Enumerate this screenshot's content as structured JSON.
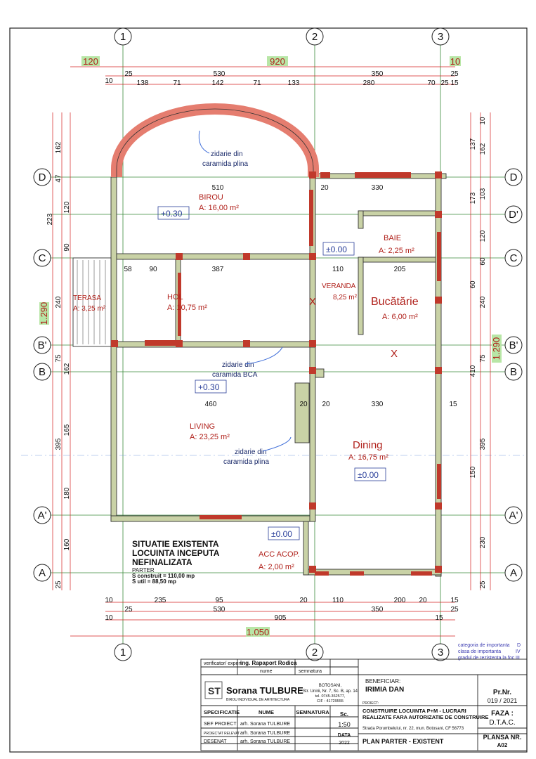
{
  "drawing": {
    "grid_columns": [
      "1",
      "2",
      "3"
    ],
    "grid_rows": [
      "D",
      "D'",
      "C",
      "B'",
      "B",
      "A'",
      "A"
    ],
    "colors": {
      "wall_fill": "#c9d2a6",
      "concrete": "#c0392b",
      "masonry_arch": "#e57d6f",
      "grid": "#3a8a3a",
      "dim_red": "#d42020",
      "dim_blue": "#3a6ad8",
      "label_room": "#b0201a",
      "highlight": "#b8e6a6"
    },
    "top_totals": {
      "left": "120",
      "mid": "920",
      "right": "10"
    },
    "top_row1": [
      "10",
      "25",
      "530",
      "350",
      "25",
      "15"
    ],
    "top_row2": [
      "138",
      "71",
      "142",
      "71",
      "133",
      "280",
      "70",
      "25"
    ],
    "bottom_row1": [
      "10",
      "235",
      "95",
      "20",
      "110",
      "200",
      "20",
      "15"
    ],
    "bottom_row2": [
      "25",
      "530",
      "350",
      "25"
    ],
    "bottom_row3": [
      "10",
      "905",
      "15"
    ],
    "bottom_total": "1.050",
    "left_totals": {
      "outer": "1.290",
      "mid": "223"
    },
    "left_dims": [
      "162",
      "47",
      "120",
      "90",
      "240",
      "75",
      "162",
      "395",
      "165",
      "180",
      "160",
      "25"
    ],
    "right_dims": [
      "137",
      "10",
      "162",
      "173",
      "103",
      "120",
      "60",
      "60",
      "240",
      "410",
      "75",
      "395",
      "150",
      "230",
      "25"
    ],
    "right_total": "1.290",
    "rooms": [
      {
        "name": "BIROU",
        "area": "A: 16,00 m²"
      },
      {
        "name": "BAIE",
        "area": "A: 2,25 m²"
      },
      {
        "name": "HOL",
        "area": "A: 10,75 m²"
      },
      {
        "name": "VERANDA",
        "area": "8,25 m²"
      },
      {
        "name": "Bucătărie",
        "area": "A: 6,00 m²"
      },
      {
        "name": "TERASA",
        "area": "A: 3,25 m²"
      },
      {
        "name": "LIVING",
        "area": "A: 23,25 m²"
      },
      {
        "name": "Dining",
        "area": "A: 16,75 m²"
      },
      {
        "name": "ACC ACOP.",
        "area": "A:   2,00 m²"
      }
    ],
    "levels": [
      "+0.30",
      "±0.00",
      "+0.30",
      "±0.00",
      "±0.00"
    ],
    "notes": {
      "zid1": "zidarie din",
      "zid1b": "caramida plina",
      "zid2": "zidarie din",
      "zid2b": "caramida BCA",
      "zid3": "zidarie din",
      "zid3b": "caramida plina"
    },
    "interior_dims": [
      "510",
      "330",
      "387",
      "110",
      "205",
      "460",
      "330",
      "20",
      "20",
      "20",
      "15",
      "58",
      "90"
    ],
    "situatie": [
      "SITUATIE EXISTENTA",
      "LOCUINTA INCEPUTA",
      "NEFINALIZATA",
      "PARTER",
      "S construit = 110,00 mp",
      "S util = 88,50 mp"
    ],
    "category": [
      "categoria de importanta",
      "clasa de importanta",
      "gradul de rezistenta la foc"
    ],
    "category_vals": [
      "D",
      "IV",
      "III"
    ]
  },
  "titleblock": {
    "verificator": "verificator/ expert",
    "verif_name": "ing. Rapaport Rodica",
    "nume": "nume",
    "semnatura": "semnatura",
    "firm_name": "Sorana TULBURE",
    "firm_sub": "BIROU INDIVIDUAL DE ARHITECTURA",
    "firm_addr": [
      "BOTOSANI,",
      "Str. Unirii, Nr. 7, Sc. B, ap. 14",
      "tel. 0745-362577,",
      "CIF : 41729555"
    ],
    "beneficiar_label": "BENEFICIAR:",
    "beneficiar": "IRIMIA DAN",
    "prnr_label": "Pr.Nr.",
    "prnr": "019 / 2021",
    "proiect_label": "PROIECT:",
    "proiect": [
      "CONSTRUIRE LOCUINTA P+M - LUCRARI",
      "REALIZATE FARA AUTORIZATIE DE CONSTRUIRE"
    ],
    "adresa": "Strada Porumbelului, nr. 22, mun. Botosani, CF 56773",
    "faza_label": "FAZA :",
    "faza": "D.T.A.C.",
    "specificatie": "SPECIFICATIE",
    "nume_h": "NUME",
    "semnatura_h": "SEMNATURA",
    "sc_label": "Sc.",
    "scale": "1:50",
    "rows": [
      {
        "role": "SEF PROIECT",
        "name": "arh. Sorana TULBURE"
      },
      {
        "role": "PROIECTAT RELEVAT",
        "name": "arh. Sorana TULBURE"
      },
      {
        "role": "DESENAT",
        "name": "arh. Sorana TULBURE"
      }
    ],
    "data_label": "DATA",
    "data": "2022",
    "plan_title": "PLAN PARTER - EXISTENT",
    "plansa_label": "PLANSA NR.",
    "plansa": "A02"
  }
}
